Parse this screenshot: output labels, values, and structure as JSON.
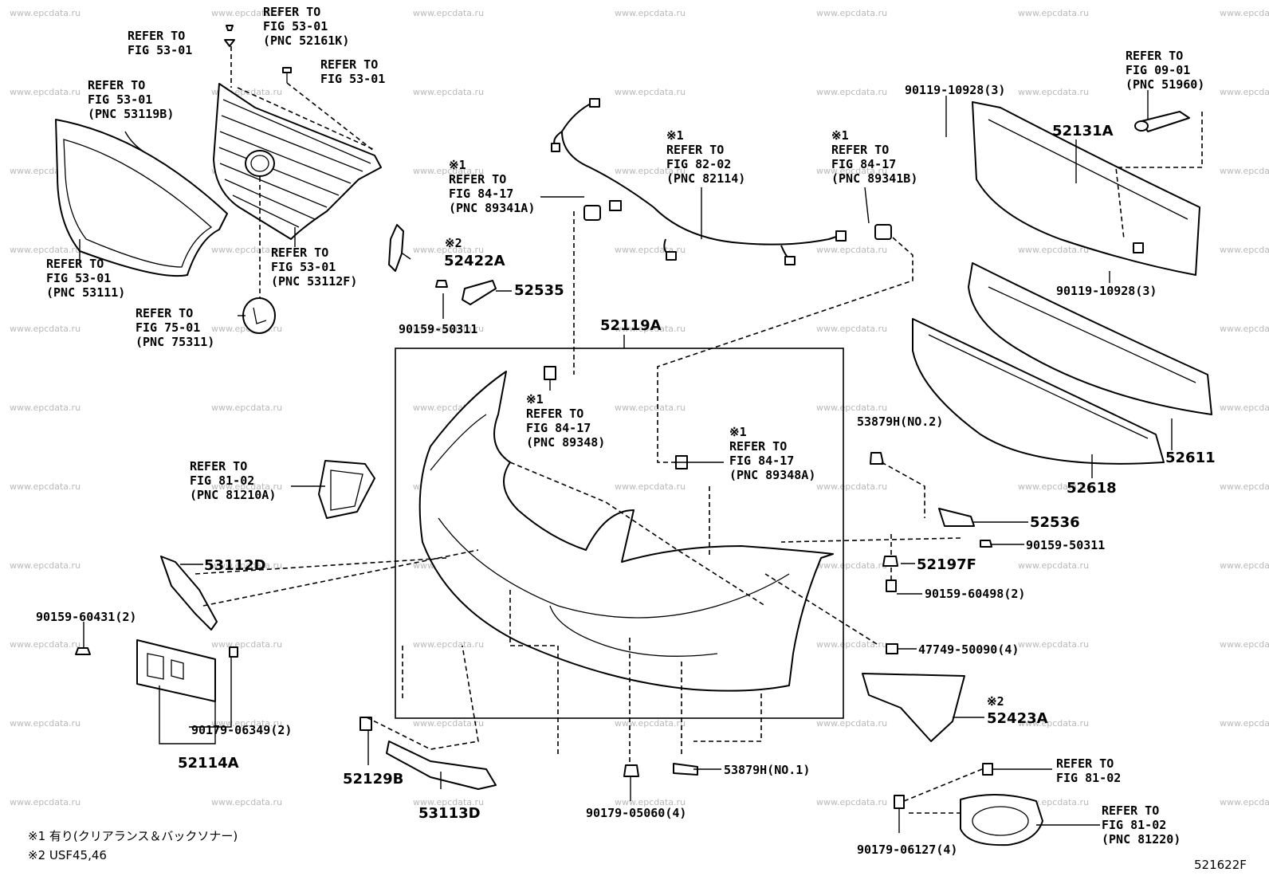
{
  "watermark": "www.epcdata.ru",
  "figure_code": "521622F",
  "notes": [
    "※1 有り(クリアランス＆バックソナー)",
    "※2 USF45,46"
  ],
  "refer_labels": {
    "r_bolt_top": [
      "REFER TO",
      "FIG 53-01",
      "(PNC 52161K)"
    ],
    "r_clip_top": [
      "REFER TO",
      "FIG 53-01"
    ],
    "r_screw_top": [
      "REFER TO",
      "FIG 53-01"
    ],
    "r_surround": [
      "REFER TO",
      "FIG 53-01",
      "(PNC 53119B)"
    ],
    "r_grille_fr": [
      "REFER TO",
      "FIG 53-01",
      "(PNC 53111)"
    ],
    "r_grille": [
      "REFER TO",
      "FIG 53-01",
      "(PNC 53112F)"
    ],
    "r_emblem": [
      "REFER TO",
      "FIG 75-01",
      "(PNC 75311)"
    ],
    "r_sensor_l": [
      "※1",
      "REFER TO",
      "FIG 84-17",
      "(PNC 89341A)"
    ],
    "r_wire": [
      "※1",
      "REFER TO",
      "FIG 82-02",
      "(PNC 82114)"
    ],
    "r_sensor_r": [
      "※1",
      "REFER TO",
      "FIG 84-17",
      "(PNC 89341B)"
    ],
    "r_hook": [
      "REFER TO",
      "FIG 09-01",
      "(PNC 51960)"
    ],
    "r_retainer_l": [
      "※1",
      "REFER TO",
      "FIG 84-17",
      "(PNC 89348)"
    ],
    "r_retainer_r": [
      "※1",
      "REFER TO",
      "FIG 84-17",
      "(PNC 89348A)"
    ],
    "r_duct": [
      "REFER TO",
      "FIG 81-02",
      "(PNC 81210A)"
    ],
    "r_fog_bulb": [
      "REFER TO",
      "FIG 81-02"
    ],
    "r_fog": [
      "REFER TO",
      "FIG 81-02",
      "(PNC 81220)"
    ]
  },
  "part_labels": {
    "p_90119_top": "90119-10928(3)",
    "p_52131A": "52131A",
    "p_90119_bot": "90119-10928(3)",
    "p_52422A_note": "※2",
    "p_52422A": "52422A",
    "p_52535": "52535",
    "p_90159_50311_l": "90159-50311",
    "p_52119A": "52119A",
    "p_52611": "52611",
    "p_52618": "52618",
    "p_53879H2": "53879H(NO.2)",
    "p_52536": "52536",
    "p_90159_50311_r": "90159-50311",
    "p_52197F": "52197F",
    "p_90159_60498": "90159-60498(2)",
    "p_47749": "47749-50090(4)",
    "p_52423A_note": "※2",
    "p_52423A": "52423A",
    "p_53112D": "53112D",
    "p_90159_60431": "90159-60431(2)",
    "p_90179_06349": "90179-06349(2)",
    "p_52114A": "52114A",
    "p_52129B": "52129B",
    "p_53113D": "53113D",
    "p_90179_05060": "90179-05060(4)",
    "p_53879H1": "53879H(NO.1)",
    "p_90179_06127": "90179-06127(4)"
  }
}
